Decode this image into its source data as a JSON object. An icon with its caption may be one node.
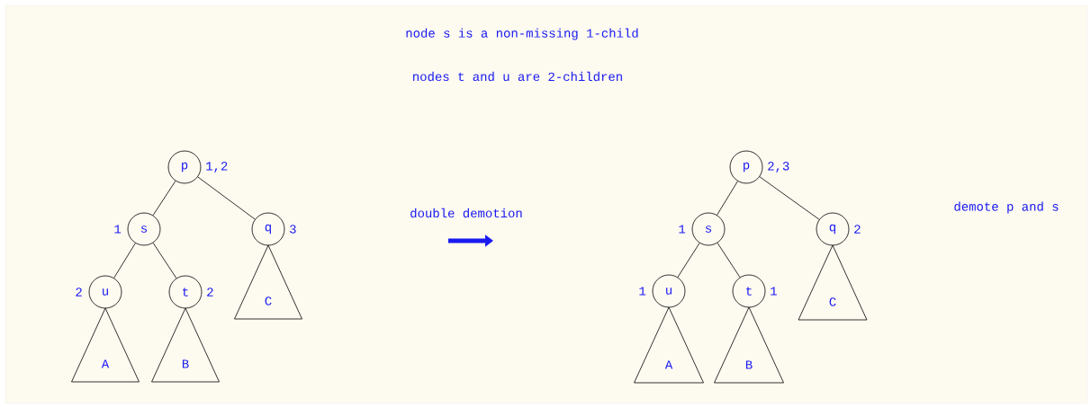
{
  "diagram": {
    "nodes": [
      {
        "text": [
          "p"
        ],
        "beside": [
          "1,2"
        ]
      },
      {
        "text": [
          "s"
        ],
        "beside": [
          "1"
        ]
      },
      {
        "text": [
          "q"
        ],
        "beside": [
          "3"
        ]
      },
      {
        "text": [
          "u"
        ],
        "beside": [
          "2"
        ]
      },
      {
        "text": [
          "t"
        ],
        "beside": [
          "2"
        ]
      },
      {
        "text": [
          "A"
        ]
      },
      {
        "text": [
          "B"
        ]
      },
      {
        "text": [
          "C"
        ]
      },
      {
        "text": [
          "p"
        ],
        "beside": [
          "2,3"
        ]
      },
      {
        "text": [
          "s"
        ],
        "beside": [
          "1"
        ]
      },
      {
        "text": [
          "q"
        ],
        "beside": [
          "2"
        ]
      },
      {
        "text": [
          "u"
        ],
        "beside": [
          "1"
        ]
      },
      {
        "text": [
          "t"
        ],
        "beside": [
          "1"
        ]
      },
      {
        "text": [
          "A"
        ]
      },
      {
        "text": [
          "B"
        ]
      },
      {
        "text": [
          "C"
        ]
      }
    ],
    "edges": [
      {
        "from": 0,
        "to": 1,
        "arrow": "none"
      },
      {
        "from": 0,
        "to": 2,
        "arrow": "none"
      },
      {
        "from": 1,
        "to": 3,
        "arrow": "none"
      },
      {
        "from": 1,
        "to": 4,
        "arrow": "none"
      },
      {
        "from": 8,
        "to": 9,
        "arrow": "none"
      },
      {
        "from": 8,
        "to": 10,
        "arrow": "none"
      },
      {
        "from": 9,
        "to": 11,
        "arrow": "none"
      },
      {
        "from": 9,
        "to": 12,
        "arrow": "none"
      }
    ],
    "labels": [
      "node s is a non-missing 1-child",
      "nodes t and u are 2-children",
      "double demotion",
      "demote p and s"
    ]
  }
}
